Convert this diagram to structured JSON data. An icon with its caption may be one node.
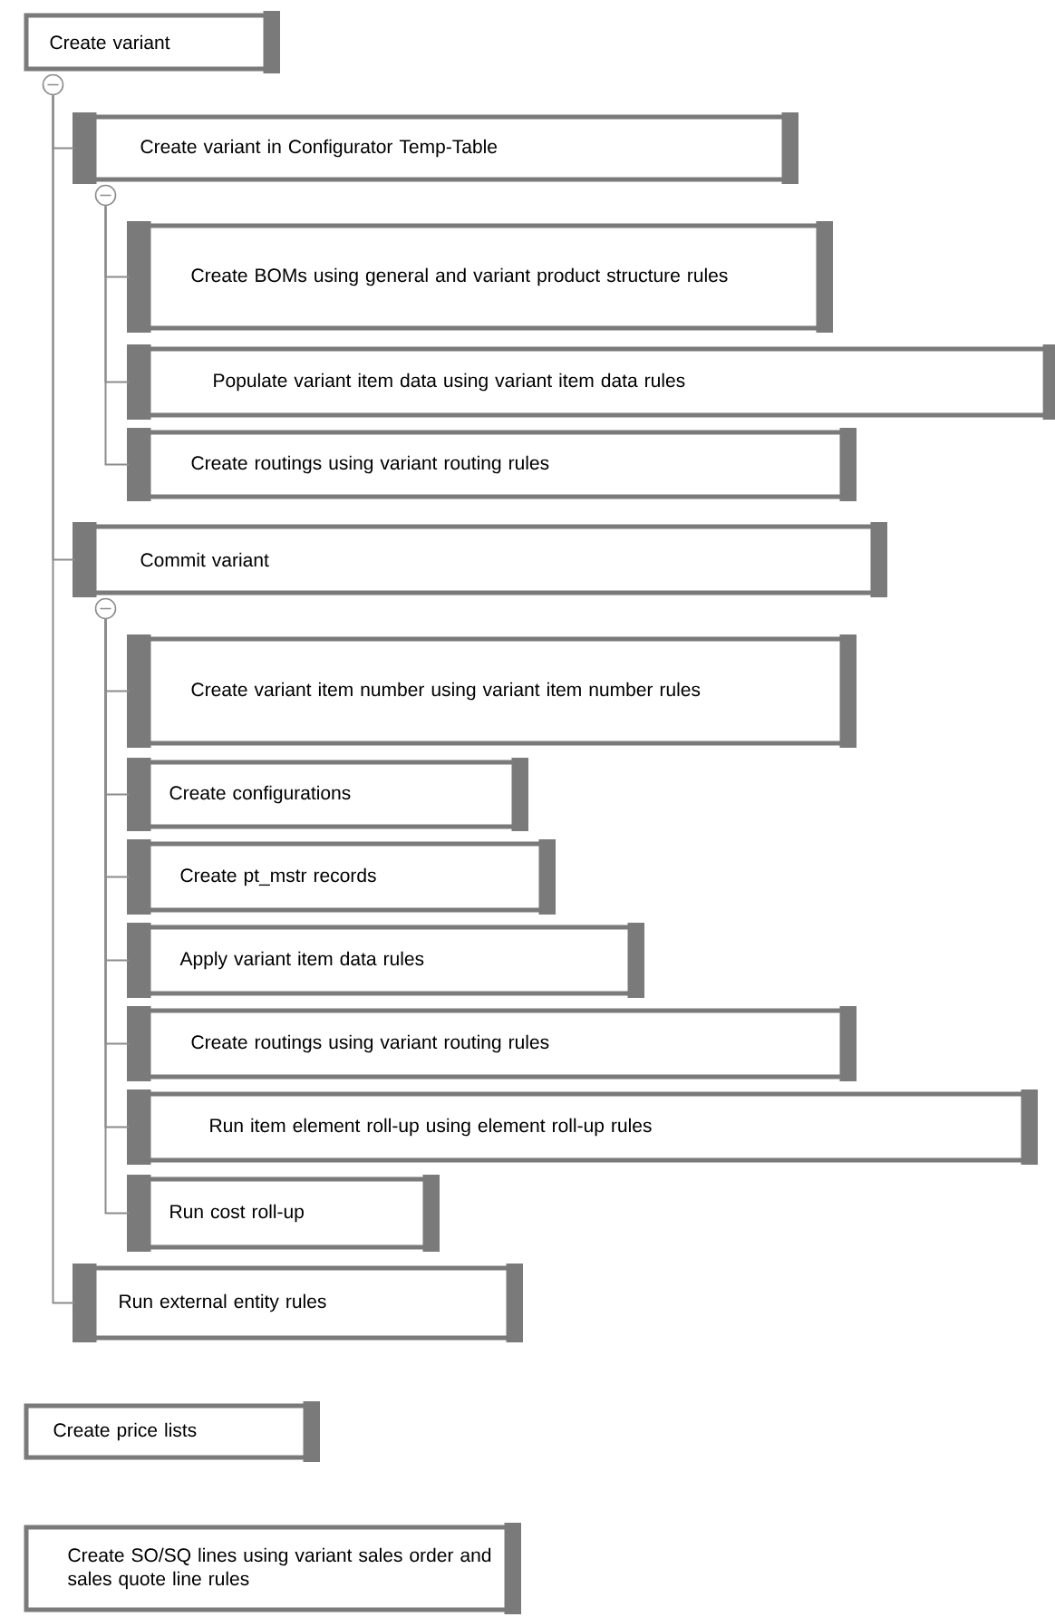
{
  "diagram": {
    "nodes": [
      {
        "text": [
          "Create variant"
        ]
      },
      {
        "text": [
          "Create variant in Configurator Temp-Table"
        ]
      },
      {
        "text": [
          "Create BOMs using general and variant product structure rules"
        ]
      },
      {
        "text": [
          "Populate variant item data using variant item data rules"
        ]
      },
      {
        "text": [
          "Create routings using variant routing rules"
        ]
      },
      {
        "text": [
          "Commit variant"
        ]
      },
      {
        "text": [
          "Create variant item number using variant item number rules"
        ]
      },
      {
        "text": [
          "Create configurations"
        ]
      },
      {
        "text": [
          "Create pt_mstr records"
        ]
      },
      {
        "text": [
          "Apply variant item data rules"
        ]
      },
      {
        "text": [
          "Create routings using variant routing rules"
        ]
      },
      {
        "text": [
          "Run item element roll-up using element roll-up rules"
        ]
      },
      {
        "text": [
          "Run cost roll-up"
        ]
      },
      {
        "text": [
          "Run external entity rules"
        ]
      },
      {
        "text": [
          "Create price lists"
        ]
      },
      {
        "text": [
          "Create SO/SQ lines using variant sales order and sales quote line rules"
        ]
      }
    ],
    "edges": [
      {
        "from": 0,
        "to": 1,
        "arrow": "none"
      },
      {
        "from": 1,
        "to": 2,
        "arrow": "none"
      },
      {
        "from": 1,
        "to": 3,
        "arrow": "none"
      },
      {
        "from": 1,
        "to": 4,
        "arrow": "none"
      },
      {
        "from": 0,
        "to": 5,
        "arrow": "none"
      },
      {
        "from": 5,
        "to": 6,
        "arrow": "none"
      },
      {
        "from": 5,
        "to": 7,
        "arrow": "none"
      },
      {
        "from": 5,
        "to": 8,
        "arrow": "none"
      },
      {
        "from": 5,
        "to": 9,
        "arrow": "none"
      },
      {
        "from": 5,
        "to": 10,
        "arrow": "none"
      },
      {
        "from": 5,
        "to": 11,
        "arrow": "none"
      },
      {
        "from": 5,
        "to": 12,
        "arrow": "none"
      },
      {
        "from": 0,
        "to": 13,
        "arrow": "none"
      }
    ]
  }
}
